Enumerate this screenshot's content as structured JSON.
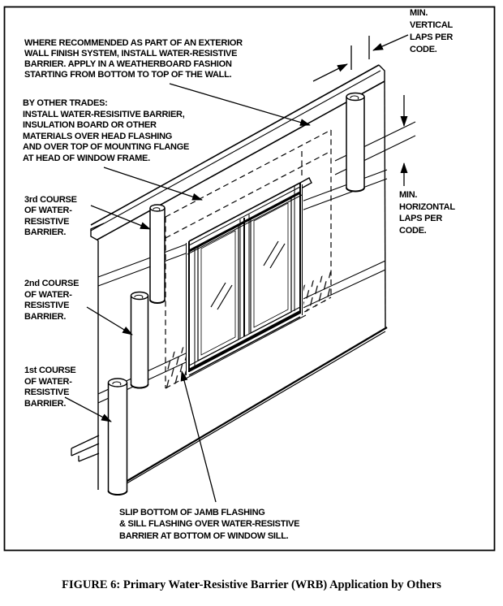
{
  "caption": "FIGURE 6: Primary Water-Resistive Barrier (WRB) Application by Others",
  "annotations": {
    "exterior_note": {
      "lines": [
        "WHERE RECOMMENDED AS PART OF AN EXTERIOR",
        "WALL FINISH SYSTEM, INSTALL WATER-RESISTIVE",
        "BARRIER. APPLY IN A WEATHERBOARD FASHION",
        "STARTING FROM BOTTOM TO TOP OF THE WALL."
      ]
    },
    "other_trades_note": {
      "lines": [
        "BY OTHER TRADES:",
        "INSTALL WATER-RESISITIVE BARRIER,",
        "INSULATION BOARD OR OTHER",
        "MATERIALS OVER HEAD FLASHING",
        "AND OVER TOP OF MOUNTING FLANGE",
        "AT HEAD OF WINDOW FRAME."
      ]
    },
    "course_3": {
      "lines": [
        "3rd COURSE",
        "OF WATER-",
        "RESISTIVE",
        "BARRIER."
      ]
    },
    "course_2": {
      "lines": [
        "2nd COURSE",
        "OF WATER-",
        "RESISTIVE",
        "BARRIER."
      ]
    },
    "course_1": {
      "lines": [
        "1st COURSE",
        "OF WATER-",
        "RESISTIVE",
        "BARRIER."
      ]
    },
    "vertical_laps_note": {
      "lines": [
        "MIN.",
        "VERTICAL",
        "LAPS PER",
        "CODE."
      ]
    },
    "horizontal_laps_note": {
      "lines": [
        "MIN.",
        "HORIZONTAL",
        "LAPS PER",
        "CODE."
      ]
    },
    "sill_note": {
      "lines": [
        "SLIP BOTTOM OF JAMB FLASHING",
        "& SILL FLASHING OVER WATER-RESISTIVE",
        "BARRIER AT BOTTOM OF WINDOW SILL."
      ]
    }
  },
  "colors": {
    "ink": "#000000",
    "paper": "#ffffff"
  }
}
